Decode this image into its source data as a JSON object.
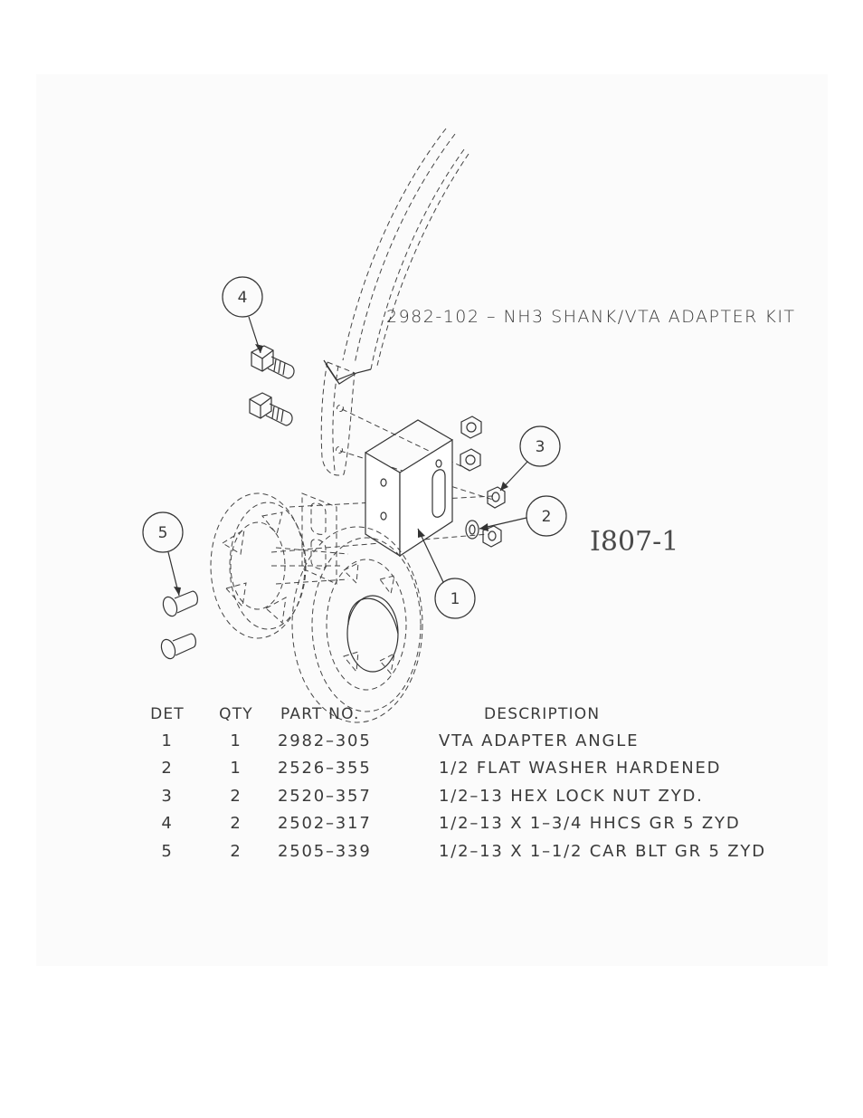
{
  "kit_title": "2982-102 – NH3 SHANK/VTA ADAPTER KIT",
  "figure_id": "I807-1",
  "balloons": [
    {
      "number": "1"
    },
    {
      "number": "2"
    },
    {
      "number": "3"
    },
    {
      "number": "4"
    },
    {
      "number": "5"
    }
  ],
  "parts_table": {
    "headers": {
      "det": "DET",
      "qty": "QTY",
      "part_no": "PART NO.",
      "description": "DESCRIPTION"
    },
    "rows": [
      {
        "det": "1",
        "qty": "1",
        "part_no": "2982–305",
        "description": "VTA ADAPTER ANGLE"
      },
      {
        "det": "2",
        "qty": "1",
        "part_no": "2526–355",
        "description": "1/2 FLAT WASHER HARDENED"
      },
      {
        "det": "3",
        "qty": "2",
        "part_no": "2520–357",
        "description": "1/2–13 HEX LOCK NUT ZYD."
      },
      {
        "det": "4",
        "qty": "2",
        "part_no": "2502–317",
        "description": "1/2–13 X 1–3/4 HHCS GR 5 ZYD"
      },
      {
        "det": "5",
        "qty": "2",
        "part_no": "2505–339",
        "description": "1/2–13 X 1–1/2 CAR BLT GR 5 ZYD"
      }
    ]
  }
}
